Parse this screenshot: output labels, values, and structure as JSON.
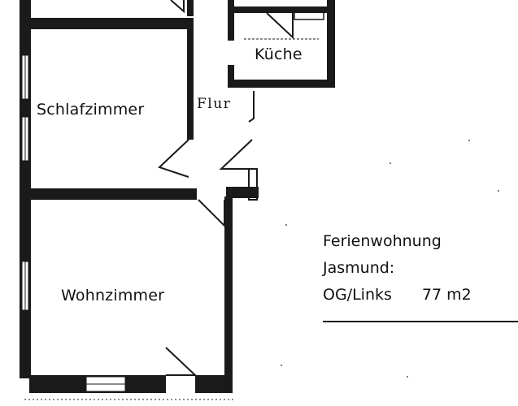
{
  "rooms": {
    "kitchen": "Küche",
    "bedroom": "Schlafzimmer",
    "hallway": "Flur",
    "living_room": "Wohnzimmer"
  },
  "info": {
    "line1": "Ferienwohnung",
    "line2": "Jasmund:",
    "line3_location": "OG/Links",
    "line3_area": "77 m2"
  },
  "colors": {
    "wall": "#1a1a1a",
    "text": "#111111",
    "background": "#ffffff"
  }
}
